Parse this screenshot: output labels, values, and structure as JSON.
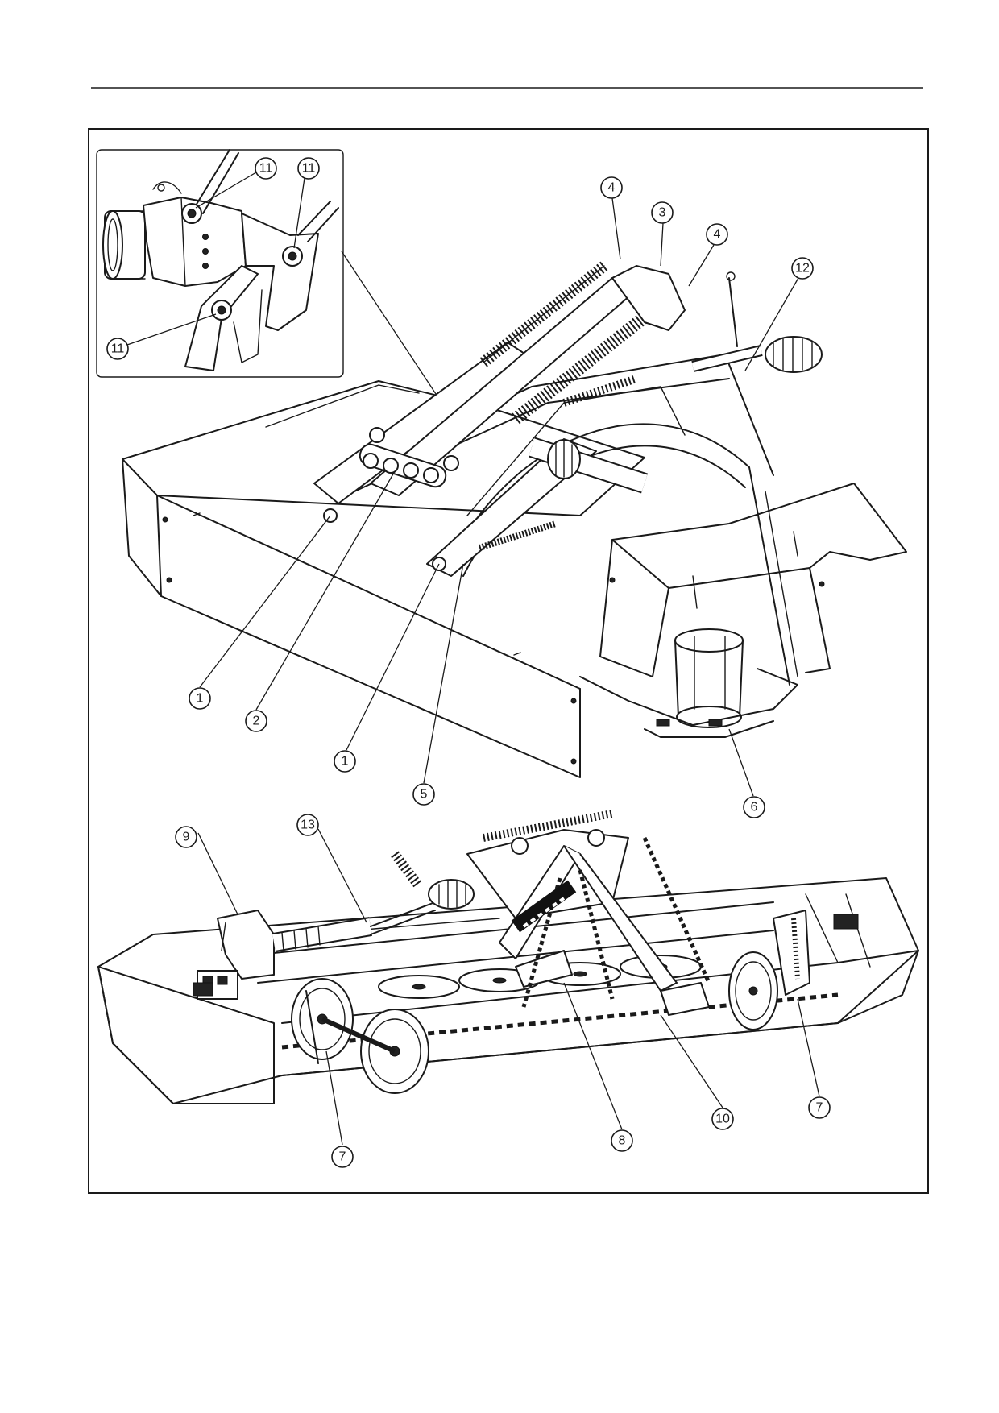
{
  "figure": {
    "callouts_top": [
      {
        "id": "c-4a",
        "label": "4"
      },
      {
        "id": "c-3",
        "label": "3"
      },
      {
        "id": "c-4b",
        "label": "4"
      },
      {
        "id": "c-12",
        "label": "12"
      },
      {
        "id": "c-1a",
        "label": "1"
      },
      {
        "id": "c-2",
        "label": "2"
      },
      {
        "id": "c-1b",
        "label": "1"
      },
      {
        "id": "c-5",
        "label": "5"
      },
      {
        "id": "c-6",
        "label": "6"
      }
    ],
    "callouts_inset": [
      {
        "id": "c-11a",
        "label": "11"
      },
      {
        "id": "c-11b",
        "label": "11"
      },
      {
        "id": "c-11c",
        "label": "11"
      }
    ],
    "callouts_bottom": [
      {
        "id": "c-9",
        "label": "9"
      },
      {
        "id": "c-13",
        "label": "13"
      },
      {
        "id": "c-7a",
        "label": "7"
      },
      {
        "id": "c-8",
        "label": "8"
      },
      {
        "id": "c-10",
        "label": "10"
      },
      {
        "id": "c-7b",
        "label": "7"
      }
    ]
  }
}
